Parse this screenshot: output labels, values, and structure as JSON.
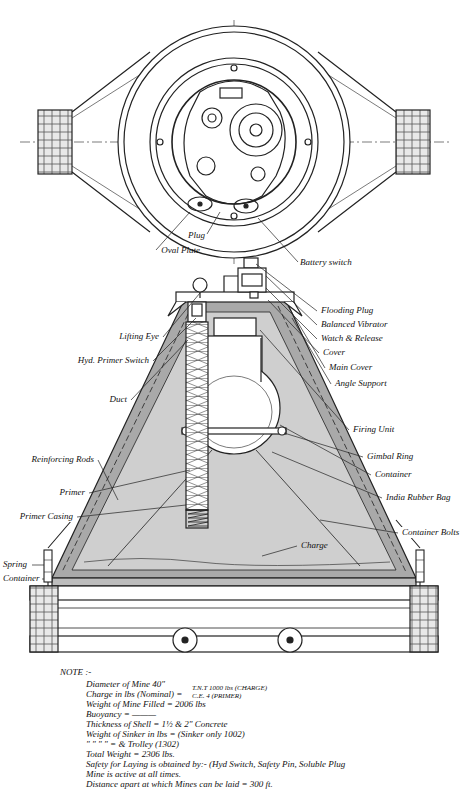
{
  "diagram": {
    "labels": [
      "Plug",
      "Oval Plate",
      "Battery switch",
      "Flooding Plug",
      "Balanced Vibrator",
      "Watch & Release",
      "Cover",
      "Main Cover",
      "Angle Support",
      "Lifting Eye",
      "Hyd. Primer Switch",
      "Duct",
      "Firing Unit",
      "Gimbal Ring",
      "Container",
      "Primer",
      "Primer Casing",
      "India Rubber Bag",
      "Reinforcing Rods",
      "Container Bolts",
      "Spring",
      "Container",
      "Charge",
      "NOTE :-",
      "Diameter of Mine 40\"",
      "Charge in lbs (Nominal) =",
      "T.N.T 1000 lbs (CHARGE)",
      "C.E. 4 (PRIMER)",
      "Weight of Mine Filled = 2006 lbs",
      "Buoyancy = ———",
      "Thickness of Shell = 1½ & 2\" Concrete",
      "Weight of Sinker in lbs = (Sinker only 1002)",
      "\" \" \" \" = & Trolley (1302)",
      "Total Weight = 2306 lbs.",
      "Safety for Laying is obtained by:- (Hyd Switch, Safety Pin, Soluble Plug",
      "Mine is active at all times.",
      "Distance apart at which Mines can be laid = 300 ft."
    ]
  }
}
